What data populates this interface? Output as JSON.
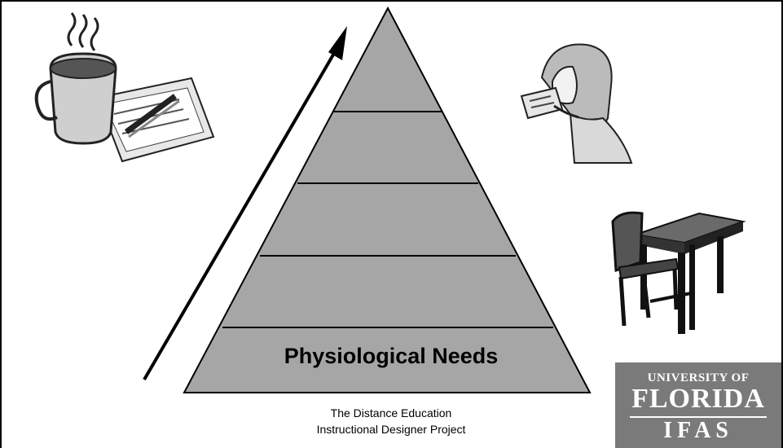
{
  "pyramid": {
    "levels": [
      "",
      "",
      "",
      "",
      "Physiological Needs"
    ]
  },
  "caption": {
    "line1": "The Distance Education",
    "line2": "Instructional Designer Project"
  },
  "logo": {
    "line1": "UNIVERSITY OF",
    "line2": "FLORIDA",
    "line3": "IFAS"
  },
  "illustrations": [
    "coffee-and-papers-clipart",
    "woman-reading-card-clipart",
    "school-desk-clipart"
  ],
  "colors": {
    "pyramid_fill": "#a6a6a6",
    "logo_bg": "#7a7a7a",
    "line": "#000000"
  }
}
